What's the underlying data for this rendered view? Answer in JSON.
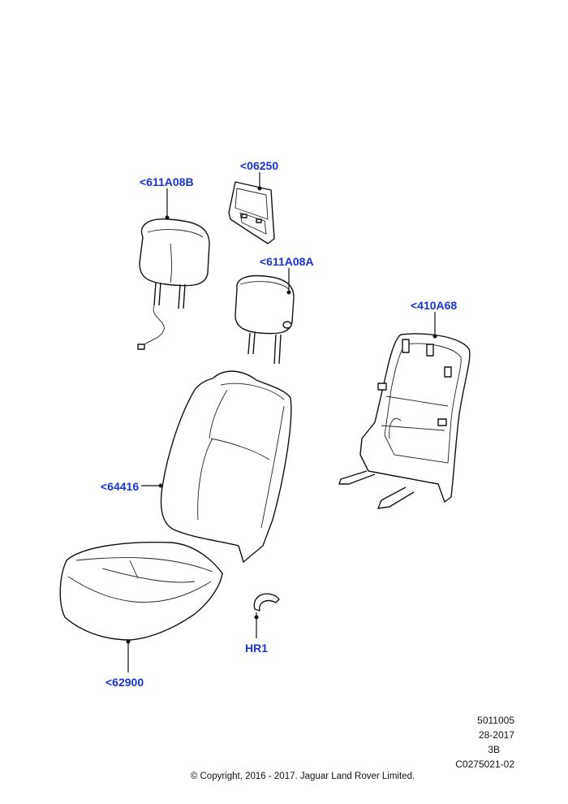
{
  "callouts": {
    "headrest_b": "<611A08B",
    "trim_panel": "<06250",
    "headrest_a": "<611A08A",
    "frame": "<410A68",
    "backrest_cover": "<64416",
    "clip": "HR1",
    "cushion": "<62900"
  },
  "metadata": {
    "line1": "5011005",
    "line2": "28-2017",
    "line3": "3B",
    "line4": "C0275021-02"
  },
  "copyright": "© Copyright, 2016 - 2017. Jaguar Land Rover Limited."
}
